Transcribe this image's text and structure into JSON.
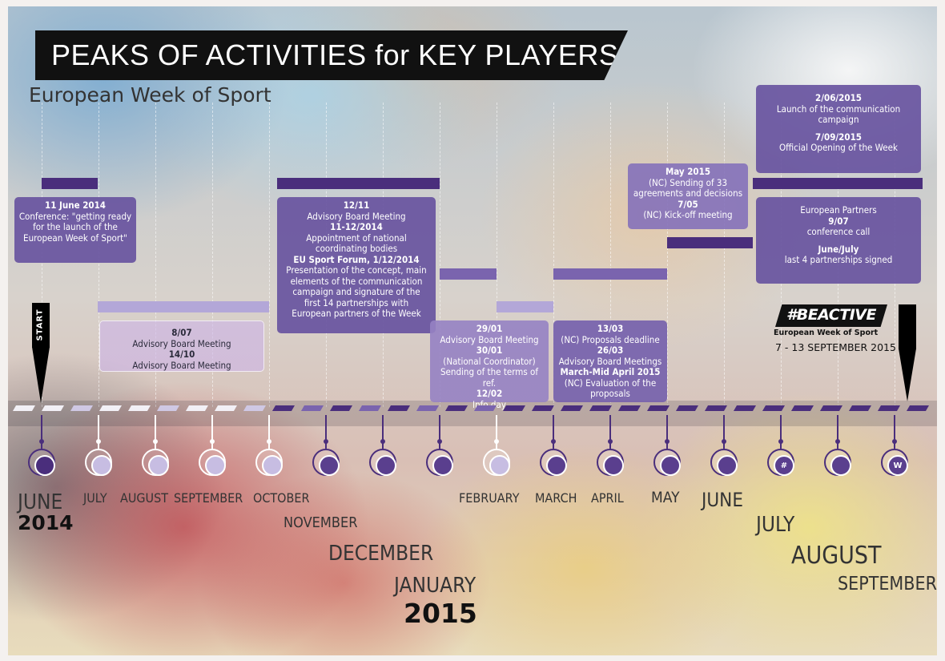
{
  "title": "PEAKS OF ACTIVITIES for KEY PLAYERS",
  "subtitle": "European Week of Sport",
  "start_label": "START",
  "beactive": {
    "tag": "#BEACTIVE",
    "sub": "European Week of Sport",
    "dates": "7 - 13 SEPTEMBER 2015"
  },
  "boxes": {
    "b1": {
      "l1": "11 June 2014",
      "l2": "Conference: \"getting ready",
      "l3": "for the launch of the",
      "l4": "European Week of Sport\""
    },
    "b2": {
      "l1": "8/07",
      "l2": "Advisory Board Meeting",
      "l3": "14/10",
      "l4": "Advisory Board Meeting"
    },
    "b3": {
      "l1": "12/11",
      "l2": "Advisory Board Meeting",
      "l3": "11-12/2014",
      "l4": "Appointment of national",
      "l5": "coordinating bodies",
      "l6": "EU Sport Forum, 1/12/2014",
      "l7": "Presentation of the concept, main",
      "l8": "elements of the communication",
      "l9": "campaign and signature of the",
      "l10": "first 14 partnerships with",
      "l11": "European partners of the Week"
    },
    "b4": {
      "l1": "29/01",
      "l2": "Advisory Board Meeting",
      "l3": "30/01",
      "l4": "(National Coordinator)",
      "l5": "Sending of the terms of ref.",
      "l6": "12/02",
      "l7": "Info day"
    },
    "b5": {
      "l1": "13/03",
      "l2": "(NC) Proposals deadline",
      "l3": "26/03",
      "l4": "Advisory Board Meetings",
      "l5": "March-Mid April 2015",
      "l6": "(NC) Evaluation of the",
      "l7": "proposals"
    },
    "b6": {
      "l1": "May 2015",
      "l2": "(NC) Sending of 33",
      "l3": "agreements and decisions",
      "l4": "7/05",
      "l5": "(NC) Kick-off meeting"
    },
    "b7": {
      "l1": "2/06/2015",
      "l2": "Launch of the communication",
      "l3": "campaign",
      "l4": "7/09/2015",
      "l5": "Official Opening of the Week"
    },
    "b8": {
      "l1": "European Partners",
      "l2": "9/07",
      "l3": "conference call",
      "l4": "June/July",
      "l5": "last 4 partnerships signed"
    }
  },
  "months": {
    "june14": "JUNE",
    "july14": "JULY",
    "august14": "AUGUST",
    "september14": "SEPTEMBER",
    "october14": "OCTOBER",
    "november14": "NOVEMBER",
    "december14": "DECEMBER",
    "january15": "JANUARY",
    "february15": "FEBRUARY",
    "march15": "MARCH",
    "april15": "APRIL",
    "may15": "MAY",
    "june15": "JUNE",
    "july15": "JULY",
    "august15": "AUGUST",
    "september15": "SEPTEMBER"
  },
  "years": {
    "y2014": "2014",
    "y2015": "2015"
  },
  "node_icons": {
    "n1": "satellite-dish-icon",
    "n2": "speech-bubble-icon",
    "n3": "speech-bubble-icon",
    "n4": "speech-bubble-icon",
    "n5": "speech-bubble-icon",
    "n6": "coffee-cup-icon",
    "n7": "airplane-icon",
    "n8": "speech-bubble-icon",
    "n9": "satellite-dish-icon",
    "n10": "envelope-icon",
    "n11": "magnifier-icon",
    "n12": "envelope-icon",
    "n13": "speech-bubble-icon",
    "n14": "hashtag-icon",
    "n15": "envelope-icon",
    "n16": "w-letter-icon"
  },
  "node_glyphs": {
    "hashtag": "#",
    "w": "W"
  },
  "colors": {
    "dark_purple": "#4a2e7c",
    "mid_purple": "#7a64ae",
    "light_purple": "#b3a7d8",
    "box_purple": "#6854a0"
  }
}
